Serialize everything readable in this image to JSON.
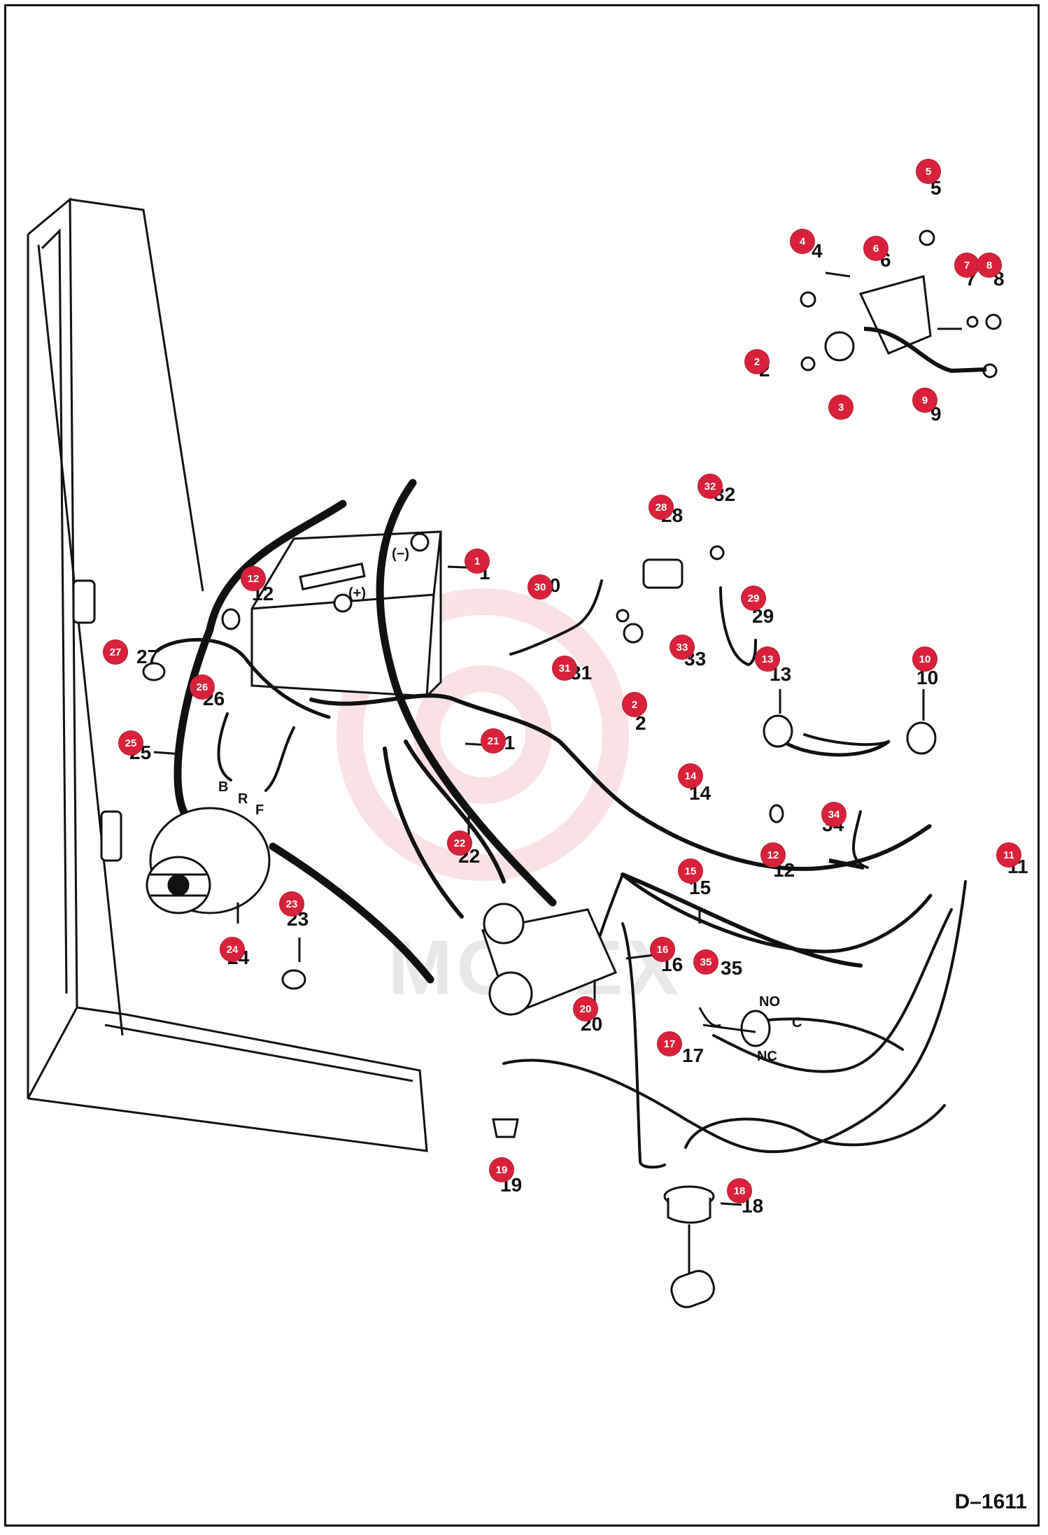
{
  "drawing_code": "D–1611",
  "watermark_text": "MOTEX",
  "callout_color": "#d9223a",
  "callouts": [
    {
      "id": "c1",
      "label": "1"
    },
    {
      "id": "c2a",
      "label": "2"
    },
    {
      "id": "c2b",
      "label": "2"
    },
    {
      "id": "c3",
      "label": "3"
    },
    {
      "id": "c4",
      "label": "4"
    },
    {
      "id": "c5",
      "label": "5"
    },
    {
      "id": "c6",
      "label": "6"
    },
    {
      "id": "c7",
      "label": "7"
    },
    {
      "id": "c8",
      "label": "8"
    },
    {
      "id": "c9",
      "label": "9"
    },
    {
      "id": "c10",
      "label": "10"
    },
    {
      "id": "c11",
      "label": "11"
    },
    {
      "id": "c12a",
      "label": "12"
    },
    {
      "id": "c12b",
      "label": "12"
    },
    {
      "id": "c13",
      "label": "13"
    },
    {
      "id": "c14",
      "label": "14"
    },
    {
      "id": "c15",
      "label": "15"
    },
    {
      "id": "c16",
      "label": "16"
    },
    {
      "id": "c17",
      "label": "17"
    },
    {
      "id": "c18",
      "label": "18"
    },
    {
      "id": "c19",
      "label": "19"
    },
    {
      "id": "c20",
      "label": "20"
    },
    {
      "id": "c21",
      "label": "21"
    },
    {
      "id": "c22",
      "label": "22"
    },
    {
      "id": "c23",
      "label": "23"
    },
    {
      "id": "c24",
      "label": "24"
    },
    {
      "id": "c25",
      "label": "25"
    },
    {
      "id": "c26",
      "label": "26"
    },
    {
      "id": "c27",
      "label": "27"
    },
    {
      "id": "c28",
      "label": "28"
    },
    {
      "id": "c29",
      "label": "29"
    },
    {
      "id": "c30",
      "label": "30"
    },
    {
      "id": "c31",
      "label": "31"
    },
    {
      "id": "c32",
      "label": "32"
    },
    {
      "id": "c33",
      "label": "33"
    },
    {
      "id": "c34",
      "label": "34"
    },
    {
      "id": "c35",
      "label": "35"
    }
  ],
  "printed_numbers": [
    {
      "id": "p1",
      "text": "1"
    },
    {
      "id": "p2a",
      "text": "2"
    },
    {
      "id": "p2b",
      "text": "2"
    },
    {
      "id": "p3",
      "text": "3"
    },
    {
      "id": "p4",
      "text": "4"
    },
    {
      "id": "p5",
      "text": "5"
    },
    {
      "id": "p6",
      "text": "6"
    },
    {
      "id": "p7",
      "text": "7"
    },
    {
      "id": "p8",
      "text": "8"
    },
    {
      "id": "p9",
      "text": "9"
    },
    {
      "id": "p10",
      "text": "10"
    },
    {
      "id": "p11",
      "text": "11"
    },
    {
      "id": "p12a",
      "text": "12"
    },
    {
      "id": "p12b",
      "text": "12"
    },
    {
      "id": "p13",
      "text": "13"
    },
    {
      "id": "p14",
      "text": "14"
    },
    {
      "id": "p15",
      "text": "15"
    },
    {
      "id": "p16",
      "text": "16"
    },
    {
      "id": "p17",
      "text": "17"
    },
    {
      "id": "p18",
      "text": "18"
    },
    {
      "id": "p19",
      "text": "19"
    },
    {
      "id": "p20",
      "text": "20"
    },
    {
      "id": "p21",
      "text": "21"
    },
    {
      "id": "p22",
      "text": "22"
    },
    {
      "id": "p23",
      "text": "23"
    },
    {
      "id": "p24",
      "text": "24"
    },
    {
      "id": "p25",
      "text": "25"
    },
    {
      "id": "p26",
      "text": "26"
    },
    {
      "id": "p27",
      "text": "27"
    },
    {
      "id": "p28",
      "text": "28"
    },
    {
      "id": "p29",
      "text": "29"
    },
    {
      "id": "p30",
      "text": "30"
    },
    {
      "id": "p31",
      "text": "31"
    },
    {
      "id": "p32",
      "text": "32"
    },
    {
      "id": "p33",
      "text": "33"
    },
    {
      "id": "p34",
      "text": "34"
    },
    {
      "id": "p35",
      "text": "35"
    }
  ],
  "terminal_labels": {
    "battery_neg": "(−)",
    "battery_pos": "(+)",
    "alt_b": "B",
    "alt_r": "R",
    "alt_f": "F",
    "switch_no": "NO",
    "switch_c": "C",
    "switch_nc": "NC"
  }
}
